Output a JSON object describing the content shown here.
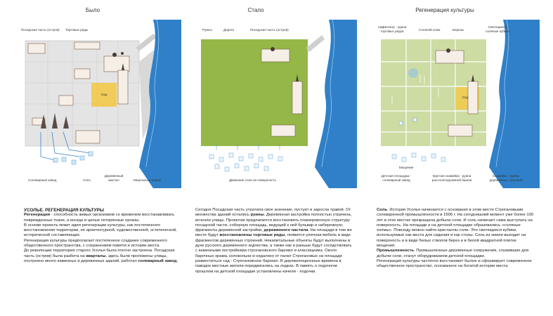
{
  "panel_titles": {
    "before": "Было",
    "after": "Стало",
    "regen": "Регенерация культуры"
  },
  "before_labels": {
    "posad": "Посадская часть (остров)",
    "trade": "Торговые ряды",
    "garden": "Сад",
    "saltworks": "Солеварный завод",
    "salt": "Соль",
    "mast": "Деревянный\nмастил",
    "quarters": "Кварталы и улицы"
  },
  "after_labels": {
    "ruins": "Руины",
    "road": "Дорога",
    "posad": "Посадская часть (остров)",
    "salt_flow": "Движение соли на поверхность"
  },
  "regen_labels": {
    "amphi": "Амфитеатр - руина\nторговых рядов",
    "hill": "Соляной холм",
    "birches": "Березы",
    "cubes": "Светящиеся\nсоляные кубики",
    "garden": "Сад",
    "paving": "Мощение",
    "playground": "Детская площадка -\nсолеварный завод",
    "bench_round": "Круглая скамейка - руина\nрассолоподъемной башни",
    "benches": "Скамейки - руины\nдеревянных строений"
  },
  "col1": {
    "heading": "УСОЛЬЕ. РЕГЕНЕРАЦИЯ КУЛЬТУРЫ",
    "p1_bold": "Регенерация",
    "p1": " - способность живых организмов со временем восстанавливать поврежденные ткани, а иногда и целые потерянные органы.",
    "p2": "В основе проекта лежит идея регенерации культуры, как постепенного восстановления территории, ее архитектурной, художественной, эстетической, исторической составляющих.",
    "p3": "Регенерация культуры предполагает постепенное создание современного общественного пространства, с сохранением памяти и истории места.",
    "p4": "До революции территория старого Усолья была плотно застроена. Посадская часть (остров) была разбита на ",
    "p4_b1": "кварталы",
    "p4_mid": ", здесь были проложены улицы, построено много каменных и деревянных зданий, работал ",
    "p4_b2": "солеварный завод",
    "p4_end": "."
  },
  "col2": {
    "t1": "Сегодня Посадская часть утратила свое значение, пустует и заросла травой. От множества зданий остались ",
    "b1": "руины",
    "t2": ". Деревянная застройка полностью утрачена, исчезли улицы. Проектом предлагается восстановить планировочную структуру посадской части, соборную площадь, ведущий к ней бульвар и набережную, фрагменты деревянной застройки, ",
    "b2": "деревянного настила",
    "t3": ". На площади в том же месте будут ",
    "b3": "восстановлены торговые ряды",
    "t4": ", появится уличная мебель в виде фрагментов деревянных строений. Некапитальные объекты будут выполнены в духе русского деревянного зодчества, а также как и раньше будут соседствовать с каменными постройками строгановского барокко и классицизма. Около барочных храма, колокольни и недалеко от палат Строгановых на площади разместиться сад - Строгановское барокко. В дореволюционные времена в паводок местные жители передвигались на лодках. В память о лодочном прошлом на детской площадке установлены качели - лодочки."
  },
  "col3": {
    "b1": "Соль",
    "t1": ". История Усолья начинается с основания в этом месте Строгановыми солеваренной промышленности в 1606 г. На сегодняшний момент уже более 100 лет в этих местах прекращена добыча соли. И соль начинает сама выступать на поверхность. На площади и на детской площадке образовались «соляные холмы». Повсюду можно найти кристаллы соли. Это светящиеся кубики, используемые как места для сидения и как столы. Соль из земли выходит на поверхность и в виде белых стволов берез и в белой квадратной плитке мощения.",
    "b2": "Промышленность",
    "t2": ". Промышленные деревянные сооружения, служившие для добычи соли, станут оборудованием детской площадки.",
    "t3": "Регенерация культуры частично восстановит былое и сформирует современное общественное пространство, основанное на богатой истории места."
  },
  "colors": {
    "river": "#2f80c8",
    "grass": "#9bbd4c",
    "garden": "#f2c94a",
    "salt": "#7fc8ee"
  }
}
